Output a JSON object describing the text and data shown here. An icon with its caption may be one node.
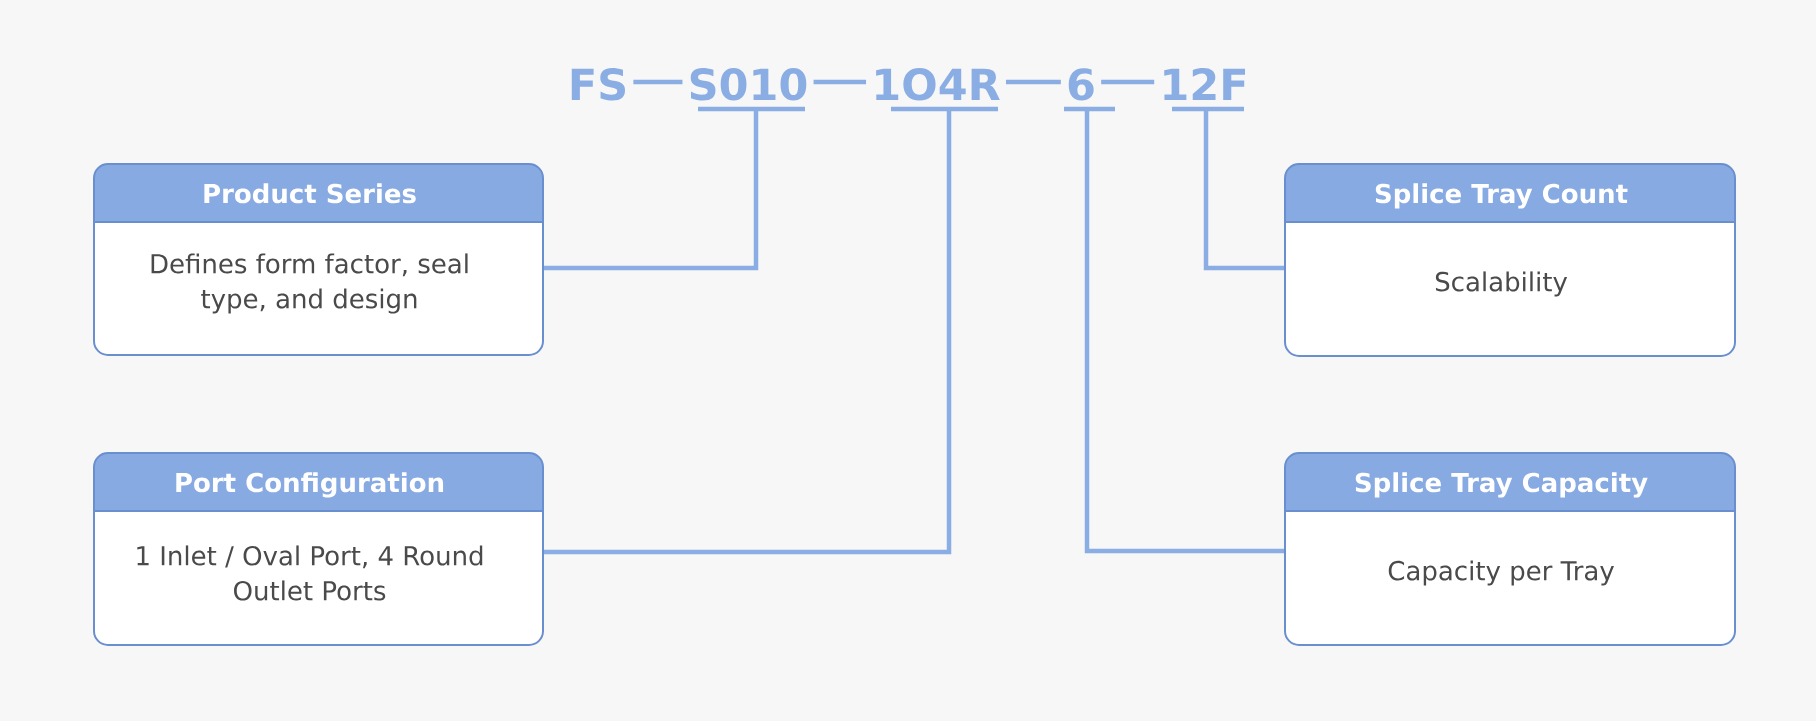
{
  "diagram": {
    "nodes": [
      {
        "text": [
          "FS"
        ]
      },
      {
        "text": [
          "S010"
        ]
      },
      {
        "text": [
          "1O4R"
        ]
      },
      {
        "text": [
          "6"
        ]
      },
      {
        "text": [
          "12F"
        ]
      },
      {
        "text": [
          "Product Series",
          "Defines form factor, seal type, and design"
        ]
      },
      {
        "text": [
          "Splice Tray Count",
          "Scalability"
        ]
      },
      {
        "text": [
          "Port Configuration",
          "1 Inlet / Oval Port, 4 Round Outlet Ports"
        ]
      },
      {
        "text": [
          "Splice Tray Capacity",
          "Capacity per Tray"
        ]
      }
    ],
    "edges": [
      {
        "from": 0,
        "to": 1,
        "arrow": "none"
      },
      {
        "from": 1,
        "to": 2,
        "arrow": "none"
      },
      {
        "from": 2,
        "to": 3,
        "arrow": "none"
      },
      {
        "from": 3,
        "to": 4,
        "arrow": "none"
      },
      {
        "from": 1,
        "to": 5,
        "arrow": "none"
      },
      {
        "from": 2,
        "to": 7,
        "arrow": "none"
      },
      {
        "from": 3,
        "to": 8,
        "arrow": "none"
      },
      {
        "from": 4,
        "to": 6,
        "arrow": "none"
      }
    ]
  }
}
